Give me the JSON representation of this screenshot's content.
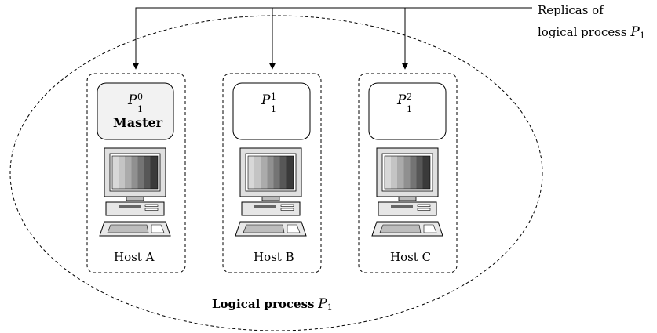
{
  "replicas_label": {
    "line1": "Replicas of",
    "line2_prefix": "logical process",
    "line2_symbol": "P",
    "line2_sub": "1"
  },
  "hosts": [
    {
      "name": "Host A",
      "process_symbol": "P",
      "process_sup": "0",
      "process_sub": "1",
      "role": "Master"
    },
    {
      "name": "Host B",
      "process_symbol": "P",
      "process_sup": "1",
      "process_sub": "1"
    },
    {
      "name": "Host C",
      "process_symbol": "P",
      "process_sup": "2",
      "process_sub": "1"
    }
  ],
  "group_label": {
    "prefix": "Logical process",
    "symbol": "P",
    "sub": "1"
  },
  "colors": {
    "line": "#000000",
    "master_box_fill": "#f2f2f2",
    "replica_box_fill": "#ffffff"
  }
}
